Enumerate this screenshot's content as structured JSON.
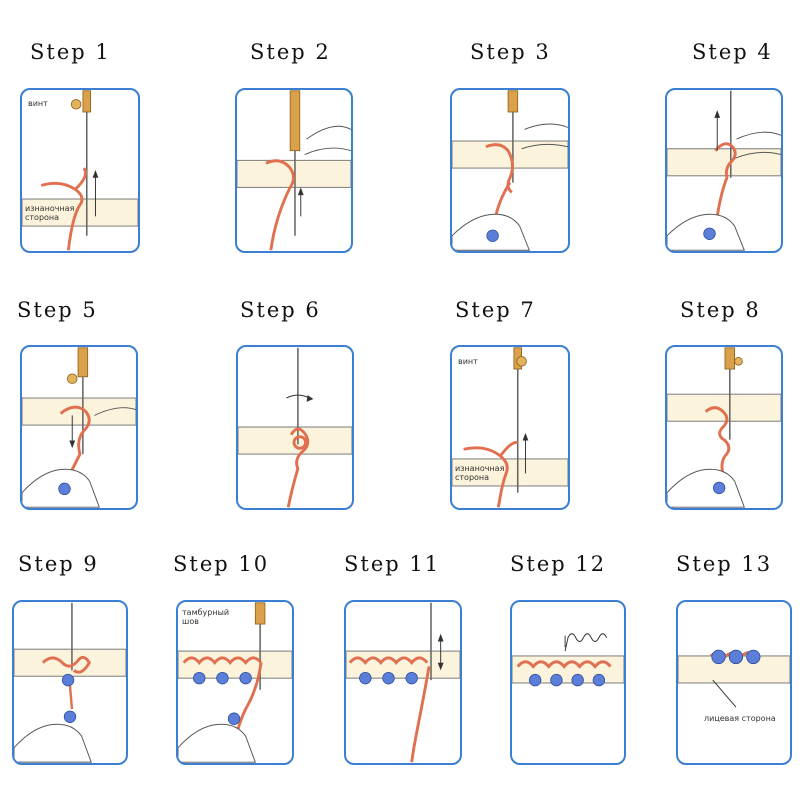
{
  "colors": {
    "frame": "#3a7fd2",
    "thread": "#e07050",
    "fabric": "#fbf3dc",
    "bead": "#5b7fd8",
    "handle": "#d9a14a"
  },
  "steps": [
    {
      "label": "Step 1"
    },
    {
      "label": "Step 2"
    },
    {
      "label": "Step 3"
    },
    {
      "label": "Step 4"
    },
    {
      "label": "Step 5"
    },
    {
      "label": "Step 6"
    },
    {
      "label": "Step 7"
    },
    {
      "label": "Step 8"
    },
    {
      "label": "Step 9"
    },
    {
      "label": "Step 10"
    },
    {
      "label": "Step 11"
    },
    {
      "label": "Step 12"
    },
    {
      "label": "Step 13"
    }
  ],
  "annotations": {
    "screw": "винт",
    "back_side": "изнаночная сторона",
    "tambour_stitch": "тамбурный шов",
    "front_side": "лицевая сторона"
  }
}
